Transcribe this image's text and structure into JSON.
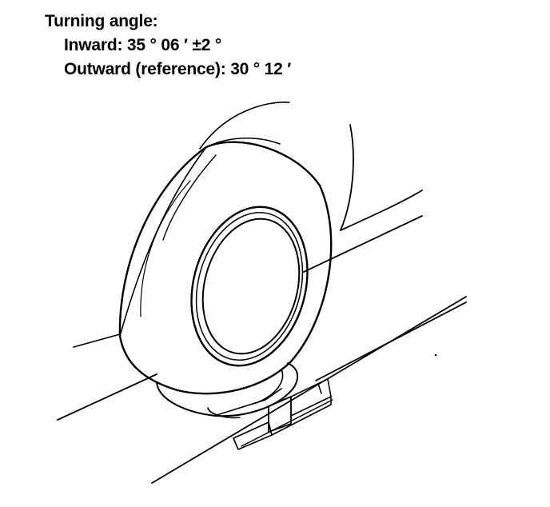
{
  "heading": "Turning angle:",
  "inward": {
    "label": "Inward:",
    "value": "35 ° 06 ′ ±2 °"
  },
  "outward": {
    "label": "Outward (reference):",
    "value": "30 ° 12 ′"
  },
  "illustration": {
    "subject": "front-wheel-on-turning-radius-gauge",
    "line_color": "#000000",
    "background": "#ffffff"
  }
}
